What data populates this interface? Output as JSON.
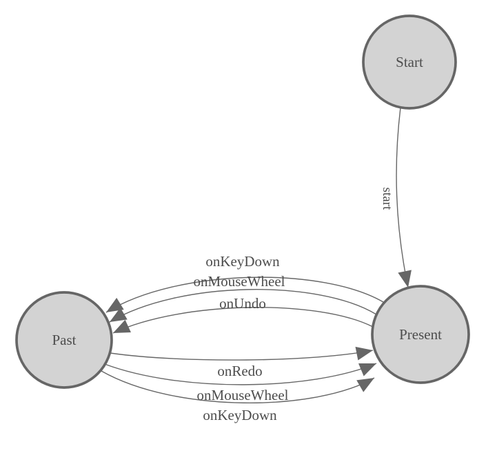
{
  "diagram": {
    "type": "finite-state-machine",
    "colors": {
      "background": "#ffffff",
      "node_fill": "#d3d3d3",
      "node_stroke": "#666666",
      "edge_stroke": "#666666",
      "label_text": "#4d4d4d"
    },
    "nodes": [
      {
        "id": "start",
        "label": "Start"
      },
      {
        "id": "present",
        "label": "Present"
      },
      {
        "id": "past",
        "label": "Past"
      }
    ],
    "edges": [
      {
        "label": "start",
        "from": "Start",
        "to": "Present"
      },
      {
        "label": "onKeyDown",
        "from": "Present",
        "to": "Past"
      },
      {
        "label": "onMouseWheel",
        "from": "Present",
        "to": "Past"
      },
      {
        "label": "onUndo",
        "from": "Present",
        "to": "Past"
      },
      {
        "label": "onRedo",
        "from": "Past",
        "to": "Present"
      },
      {
        "label": "onMouseWheel",
        "from": "Past",
        "to": "Present"
      },
      {
        "label": "onKeyDown",
        "from": "Past",
        "to": "Present"
      }
    ]
  }
}
